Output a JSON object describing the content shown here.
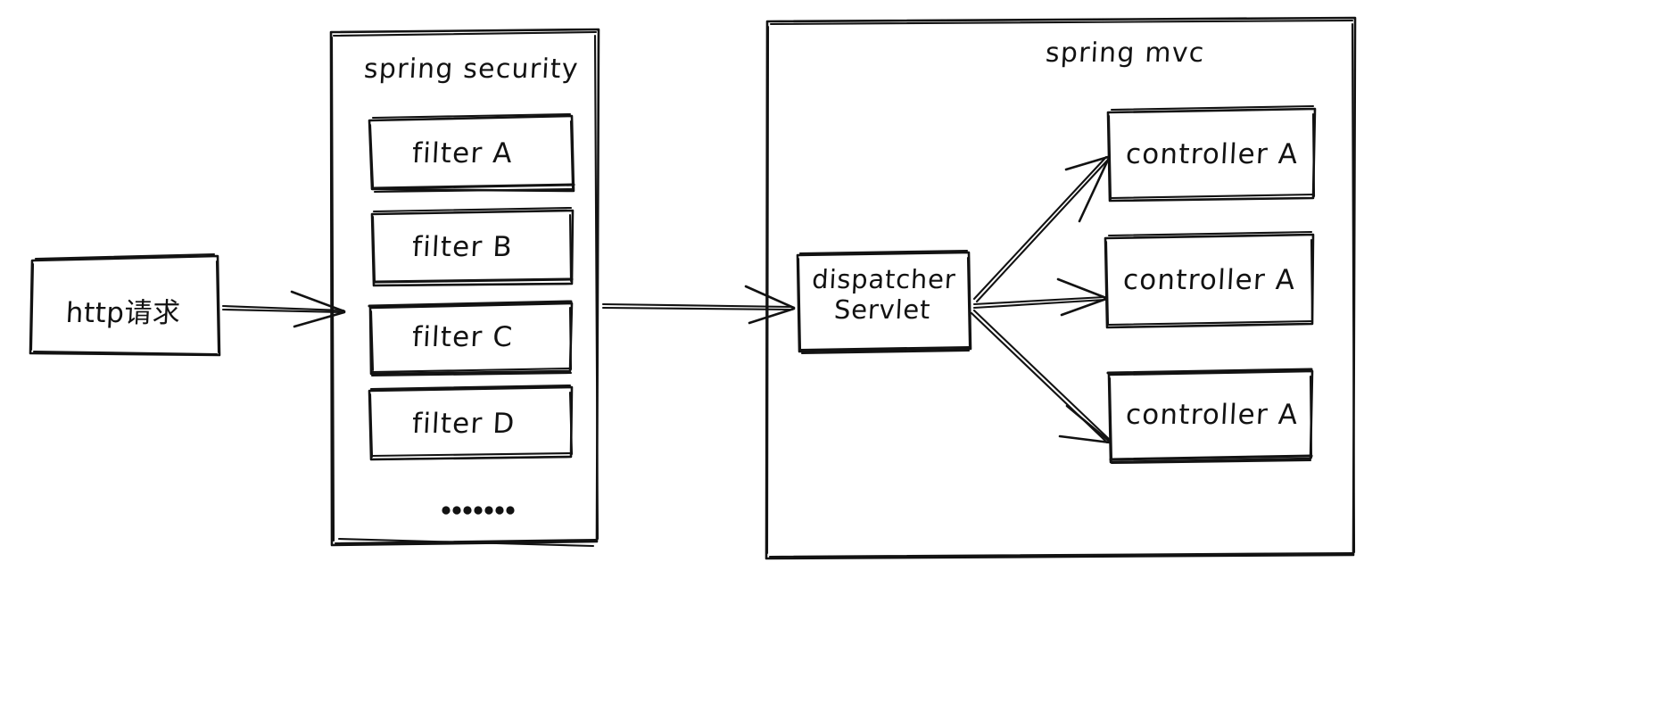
{
  "diagram": {
    "title": "spring security / spring mvc request flow",
    "style": "hand-drawn sketch",
    "background_color": "#ffffff",
    "stroke_color": "#121212"
  },
  "request_box": {
    "label": "http请求"
  },
  "spring_security": {
    "title": "spring security",
    "filters": [
      {
        "label": "filter A"
      },
      {
        "label": "filter B"
      },
      {
        "label": "filter C"
      },
      {
        "label": "filter D"
      }
    ],
    "ellipsis": "......."
  },
  "spring_mvc": {
    "title": "spring mvc",
    "dispatcher": {
      "line1": "dispatcher",
      "line2": "Servlet"
    },
    "controllers": [
      {
        "label": "controller A"
      },
      {
        "label": "controller A"
      },
      {
        "label": "controller A"
      }
    ]
  },
  "arrows": [
    {
      "name": "http-to-security",
      "from": "http请求",
      "to": "spring security"
    },
    {
      "name": "security-to-mvc",
      "from": "spring security",
      "to": "dispatcher Servlet"
    },
    {
      "name": "dispatcher-to-controller-1",
      "from": "dispatcher Servlet",
      "to": "controller A"
    },
    {
      "name": "dispatcher-to-controller-2",
      "from": "dispatcher Servlet",
      "to": "controller A"
    },
    {
      "name": "dispatcher-to-controller-3",
      "from": "dispatcher Servlet",
      "to": "controller A"
    }
  ]
}
